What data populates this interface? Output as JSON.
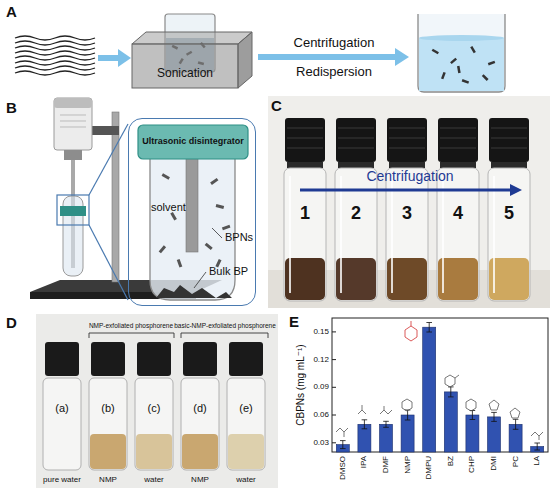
{
  "diagram": {
    "nodes": [
      {
        "text": [
          "Sonication"
        ]
      },
      {
        "text": [
          "solvent",
          "BPNs",
          "Bulk BP"
        ]
      },
      {
        "text": [
          "Ultrasonic disintegrator"
        ],
        "in": 1
      },
      {
        "text": [
          "1"
        ]
      },
      {
        "text": [
          "2"
        ]
      },
      {
        "text": [
          "3"
        ]
      },
      {
        "text": [
          "4"
        ]
      },
      {
        "text": [
          "5"
        ]
      },
      {
        "text": [
          "(a)",
          "pure water"
        ]
      },
      {
        "text": [
          "(b)",
          "NMP"
        ]
      },
      {
        "text": [
          "(c)",
          "water"
        ]
      },
      {
        "text": [
          "(d)",
          "NMP"
        ]
      },
      {
        "text": [
          "(e)",
          "water"
        ]
      }
    ],
    "labels": [
      "A",
      "Centrifugation",
      "Redispersion",
      "B",
      "C",
      "Centrifugation",
      "D",
      "NMP-exfoliated phosphorene",
      "basic-NMP-exfoliated phosphorene",
      "E",
      "CBPNs (mg mL⁻¹)",
      "0.15",
      "0.12",
      "0.09",
      "0.06",
      "0.03",
      "DMSO",
      "IPA",
      "DMF",
      "NMP",
      "DMPU",
      "BZ",
      "CHP",
      "DMI",
      "PC",
      "LA"
    ]
  }
}
